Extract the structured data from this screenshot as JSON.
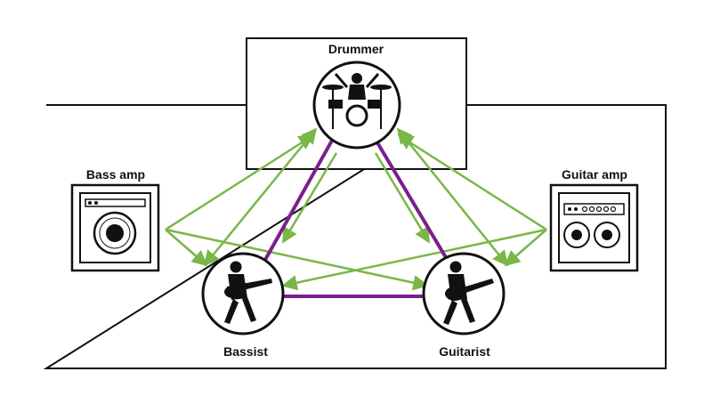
{
  "diagram": {
    "labels": {
      "drummer": "Drummer",
      "bass_amp": "Bass amp",
      "guitar_amp": "Guitar amp",
      "bassist": "Bassist",
      "guitarist": "Guitarist"
    },
    "colors": {
      "line": "#111111",
      "green_arrow": "#7ab648",
      "purple_triangle": "#7a1f8c"
    },
    "icons": {
      "drummer": "drummer-icon",
      "bassist": "bassist-icon",
      "guitarist": "guitarist-icon",
      "bass_amp": "bass-amp-icon",
      "guitar_amp": "guitar-amp-icon"
    }
  }
}
